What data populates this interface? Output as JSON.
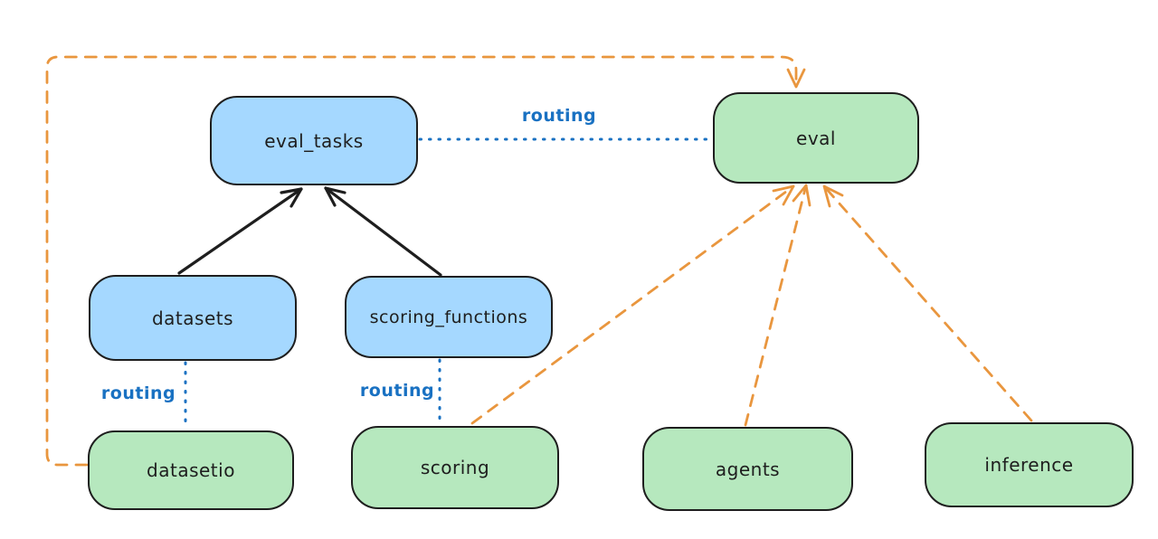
{
  "nodes": {
    "eval_tasks": {
      "label": "eval_tasks",
      "kind": "blue"
    },
    "eval": {
      "label": "eval",
      "kind": "green"
    },
    "datasets": {
      "label": "datasets",
      "kind": "blue"
    },
    "scoring_functions": {
      "label": "scoring_functions",
      "kind": "blue"
    },
    "datasetio": {
      "label": "datasetio",
      "kind": "green"
    },
    "scoring": {
      "label": "scoring",
      "kind": "green"
    },
    "agents": {
      "label": "agents",
      "kind": "green"
    },
    "inference": {
      "label": "inference",
      "kind": "green"
    }
  },
  "edges": [
    {
      "from": "datasets",
      "to": "eval_tasks",
      "style": "solid-black-arrow",
      "label": ""
    },
    {
      "from": "scoring_functions",
      "to": "eval_tasks",
      "style": "solid-black-arrow",
      "label": ""
    },
    {
      "from": "eval_tasks",
      "to": "eval",
      "style": "dotted-blue",
      "label": "routing"
    },
    {
      "from": "datasets",
      "to": "datasetio",
      "style": "dotted-blue",
      "label": "routing"
    },
    {
      "from": "scoring_functions",
      "to": "scoring",
      "style": "dotted-blue",
      "label": "routing"
    },
    {
      "from": "datasetio",
      "to": "eval",
      "style": "dashed-orange-arrow",
      "label": ""
    },
    {
      "from": "scoring",
      "to": "eval",
      "style": "dashed-orange-arrow",
      "label": ""
    },
    {
      "from": "agents",
      "to": "eval",
      "style": "dashed-orange-arrow",
      "label": ""
    },
    {
      "from": "inference",
      "to": "eval",
      "style": "dashed-orange-arrow",
      "label": ""
    }
  ],
  "colors": {
    "background": "#ffffff",
    "blue_fill": "#a5d8ff",
    "green_fill": "#b6e8be",
    "stroke": "#1e1e1e",
    "routing_blue": "#1971c2",
    "orange": "#e9963e"
  }
}
